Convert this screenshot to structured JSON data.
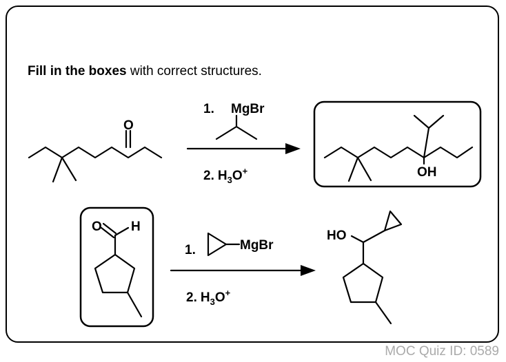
{
  "instruction": {
    "bold": "Fill in the boxes",
    "rest": " with correct structures."
  },
  "reaction1": {
    "step1_number": "1.",
    "step1_reagent": "MgBr",
    "step2_number": "2.",
    "step2_reagent_prefix": "H",
    "step2_reagent_sub": "3",
    "step2_reagent_main": "O",
    "step2_reagent_sup": "+",
    "ketone_atom": "O",
    "product_atom": "OH"
  },
  "reaction2": {
    "step1_number": "1.",
    "step1_reagent": "MgBr",
    "step2_number": "2.",
    "step2_reagent_prefix": "H",
    "step2_reagent_sub": "3",
    "step2_reagent_main": "O",
    "step2_reagent_sup": "+",
    "aldehyde_o": "O",
    "aldehyde_h": "H",
    "product_atom": "HO"
  },
  "footer": {
    "quiz_id": "MOC Quiz ID: 0589"
  }
}
